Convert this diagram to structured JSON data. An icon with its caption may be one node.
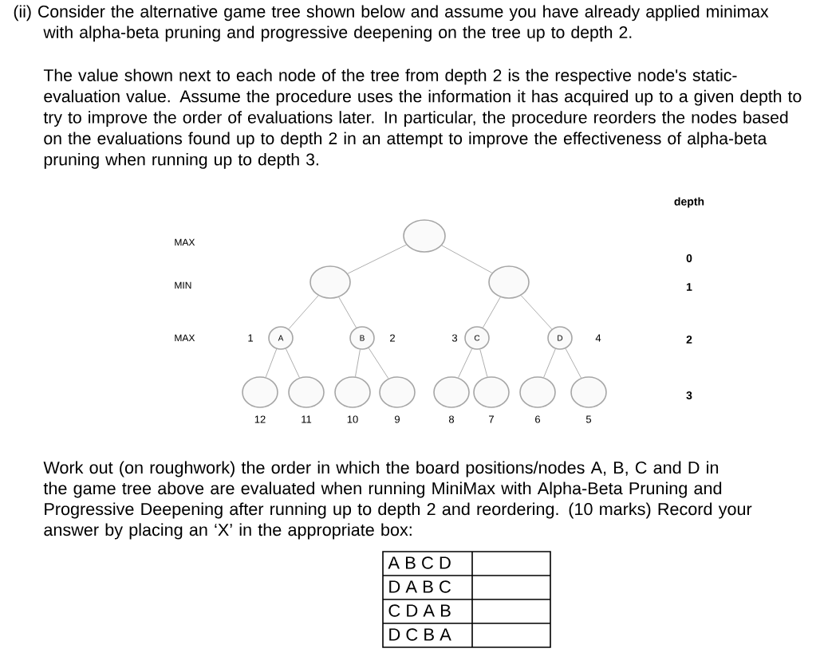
{
  "diagram": {
    "nodes": [
      {
        "text": [],
        "shape": "circle"
      },
      {
        "text": [],
        "shape": "circle"
      },
      {
        "text": [],
        "shape": "circle"
      },
      {
        "text": [
          "A"
        ],
        "beside": [
          "1"
        ]
      },
      {
        "text": [
          "B"
        ],
        "beside": [
          "2"
        ]
      },
      {
        "text": [
          "C"
        ],
        "beside": [
          "3"
        ]
      },
      {
        "text": [
          "D"
        ],
        "beside": [
          "4"
        ]
      },
      {
        "text": [],
        "shape": "circle",
        "beside": [
          "12"
        ]
      },
      {
        "text": [],
        "shape": "circle",
        "beside": [
          "11"
        ]
      },
      {
        "text": [],
        "shape": "circle",
        "beside": [
          "10"
        ]
      },
      {
        "text": [],
        "shape": "circle",
        "beside": [
          "9"
        ]
      },
      {
        "text": [],
        "shape": "circle",
        "beside": [
          "8"
        ]
      },
      {
        "text": [],
        "shape": "circle",
        "beside": [
          "7"
        ]
      },
      {
        "text": [],
        "shape": "circle",
        "beside": [
          "6"
        ]
      },
      {
        "text": [],
        "shape": "circle",
        "beside": [
          "5"
        ]
      }
    ],
    "edges": [
      {
        "from": 0,
        "to": 1,
        "arrow": "none"
      },
      {
        "from": 0,
        "to": 2,
        "arrow": "none"
      },
      {
        "from": 1,
        "to": 3,
        "arrow": "none"
      },
      {
        "from": 1,
        "to": 4,
        "arrow": "none"
      },
      {
        "from": 2,
        "to": 5,
        "arrow": "none"
      },
      {
        "from": 2,
        "to": 6,
        "arrow": "none"
      },
      {
        "from": 3,
        "to": 7,
        "arrow": "none"
      },
      {
        "from": 3,
        "to": 8,
        "arrow": "none"
      },
      {
        "from": 4,
        "to": 9,
        "arrow": "none"
      },
      {
        "from": 4,
        "to": 10,
        "arrow": "none"
      },
      {
        "from": 5,
        "to": 11,
        "arrow": "none"
      },
      {
        "from": 5,
        "to": 12,
        "arrow": "none"
      },
      {
        "from": 6,
        "to": 13,
        "arrow": "none"
      },
      {
        "from": 6,
        "to": 14,
        "arrow": "none"
      }
    ],
    "labels": [
      "(ii) Consider the alternative game tree shown below and assume you have already applied minimax with alpha-beta pruning and progressive deepening on the tree up to depth 2.",
      "The value shown next to each node of the tree from depth 2 is the respective node's static-evaluation value. Assume the procedure uses the information it has acquired up to a given depth to try to improve the order of evaluations later. In particular, the procedure reorders the nodes based on the evaluations found up to depth 2 in an attempt to improve the effectiveness of alpha-beta pruning when running up to depth 3.",
      "depth",
      "MAX",
      "0",
      "MIN",
      "1",
      "MAX",
      "2",
      "3",
      "Work out (on roughwork) the order in which the board positions/nodes A, B, C and D in the game tree above are evaluated when running MiniMax with Alpha-Beta Pruning and Progressive Deepening after running up to depth 2 and reordering. (10 marks) Record your answer by placing an ‘X’ in the appropriate box:",
      "A B C D",
      "D A B C",
      "C D A B",
      "D C B A"
    ]
  }
}
